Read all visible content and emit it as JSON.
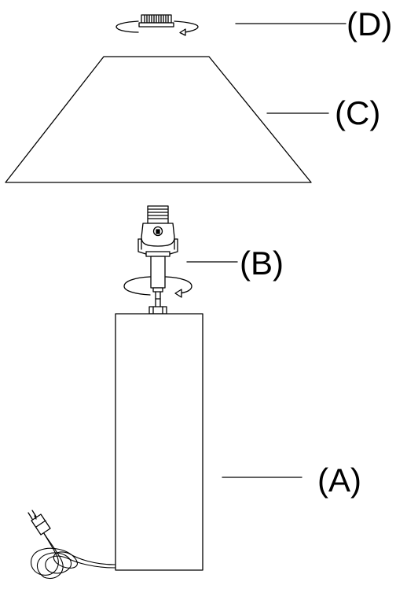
{
  "labels": {
    "finial": "(D)",
    "shade": "(C)",
    "socket_assembly": "(B)",
    "base": "(A)"
  },
  "colors": {
    "line": "#000000",
    "background": "#ffffff"
  },
  "icons": [
    "rotate-arrows-icon",
    "plug-icon",
    "power-cord-icon"
  ]
}
